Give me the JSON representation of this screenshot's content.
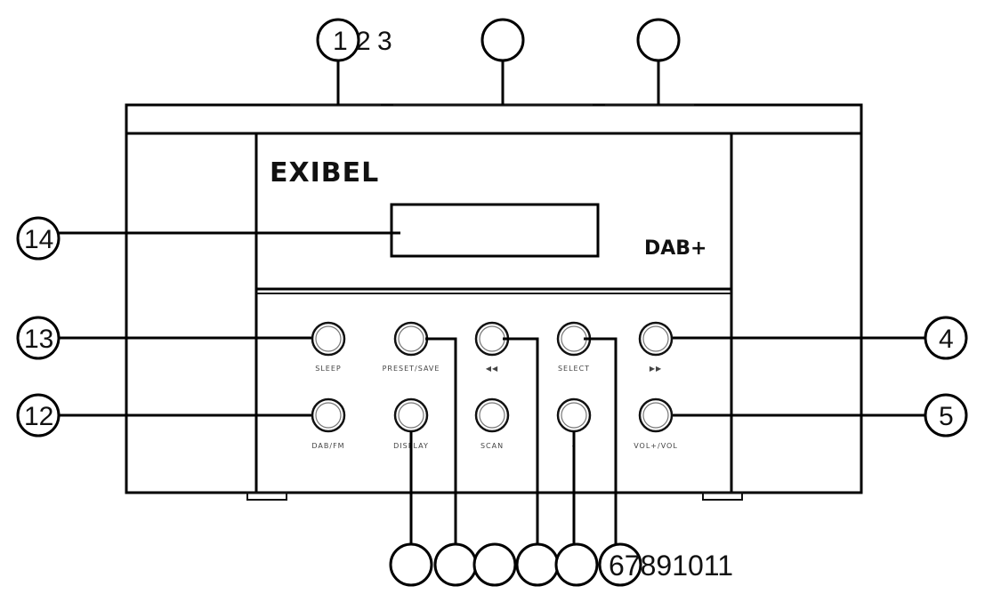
{
  "brand": "EXIBEL",
  "dab_logo": "DAB+",
  "top_callouts": [
    "1",
    "2",
    "3"
  ],
  "callouts": {
    "display": "14",
    "sleep": "13",
    "dabfm": "12",
    "next": "4",
    "vol": "5"
  },
  "bottom_callouts": "67891011",
  "buttons": {
    "sleep": "SLEEP",
    "preset": "PRESET/SAVE",
    "rewind": "◀◀",
    "select": "SELECT",
    "forward": "▶▶",
    "dabfm": "DAB/FM",
    "display": "DISPLAY",
    "scan": "SCAN",
    "minus": "–",
    "vol": "VOL+/VOL"
  }
}
